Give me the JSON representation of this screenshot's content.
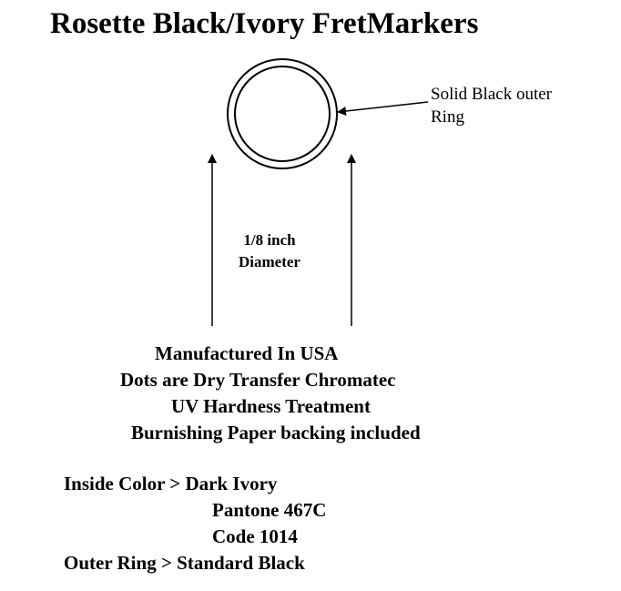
{
  "title": "Rosette Black/Ivory FretMarkers",
  "callout": {
    "line1": "Solid Black outer",
    "line2": "Ring"
  },
  "dimension": {
    "line1": "1/8 inch",
    "line2": "Diameter"
  },
  "notes": [
    "Manufactured  In USA",
    "Dots are Dry Transfer Chromatec",
    "UV Hardness Treatment",
    "Burnishing Paper backing included"
  ],
  "specs": {
    "inside_color": "Inside Color > Dark Ivory",
    "pantone": "Pantone 467C",
    "code": "Code 1014",
    "outer_ring": "Outer Ring > Standard Black"
  },
  "colors": {
    "outer_ring": "#000000",
    "inside": "#ffffff"
  }
}
